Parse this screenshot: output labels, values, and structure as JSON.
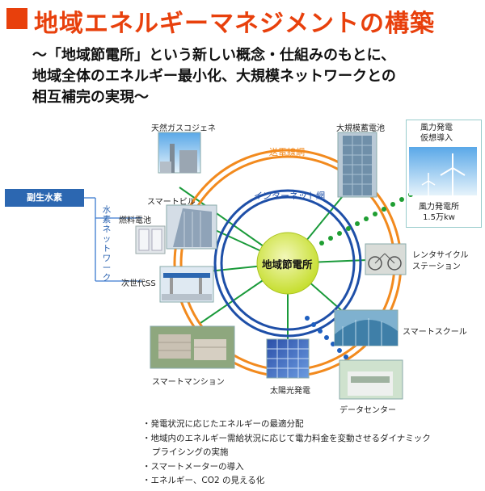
{
  "header": {
    "title": "地域エネルギーマネジメントの構築",
    "subtitle_lines": [
      "〜「地域節電所」という新しい概念・仕組みのもとに、",
      "地域全体のエネルギー最小化、大規模ネットワークとの",
      "相互補完の実現〜"
    ]
  },
  "diagram": {
    "center": "地域節電所",
    "ring_outer_label": "送電線網",
    "ring_inner_label": "インターネット網",
    "nodes": {
      "natural_gas": "天然ガスコジェネ",
      "storage": "大規模蓄電池",
      "smart_building": "スマートビル",
      "fuel_cell": "燃料電池",
      "next_gen_ss": "次世代SS",
      "rental_cycle": "レンタサイクル\nステーション",
      "smart_school": "スマートスクール",
      "smart_mansion": "スマートマンション",
      "solar": "太陽光発電",
      "data_center": "データセンター",
      "wind_top": "風力発電\n仮想導入",
      "wind_bottom": "風力発電所\n1.5万kw",
      "hydrogen": "副生水素",
      "hydrogen_network": "水素ネットワーク"
    },
    "colors": {
      "accent_orange": "#e8400c",
      "ring_orange": "#f28a1e",
      "ring_blue": "#1e4fa8",
      "link_green": "#1a9a3a",
      "dot_green": "#1f9e32",
      "dot_blue": "#1e5fc0",
      "center_green": "#d8ea3c"
    }
  },
  "bullets": [
    {
      "text": "・発電状況に応じたエネルギーの最適分配"
    },
    {
      "text": "・地域内のエネルギー需給状況に応じて電力料金を変動させるダイナミック"
    },
    {
      "text": "プライシングの実施",
      "continuation": true
    },
    {
      "text": "・スマートメーターの導入"
    },
    {
      "text": "・エネルギー、CO2 の見える化"
    }
  ]
}
